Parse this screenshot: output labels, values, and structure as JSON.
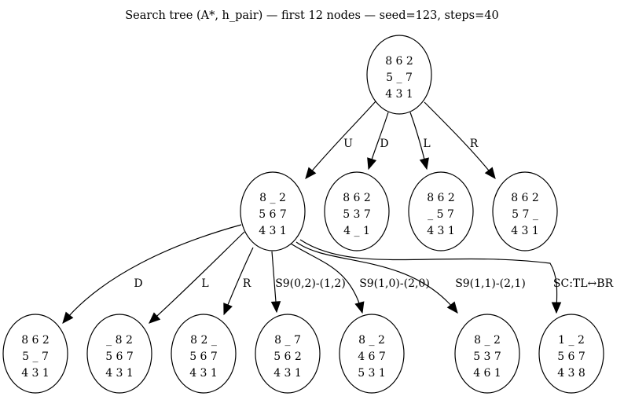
{
  "title": "Search tree (A*, h_pair) — first 12 nodes — seed=123, steps=40",
  "nodes": [
    {
      "id": "root",
      "lines": [
        "8 6 2",
        "5 _ 7",
        "4 3 1"
      ]
    },
    {
      "id": "n1",
      "lines": [
        "8 _ 2",
        "5 6 7",
        "4 3 1"
      ]
    },
    {
      "id": "n2",
      "lines": [
        "8 6 2",
        "5 3 7",
        "4 _ 1"
      ]
    },
    {
      "id": "n3",
      "lines": [
        "8 6 2",
        "_ 5 7",
        "4 3 1"
      ]
    },
    {
      "id": "n4",
      "lines": [
        "8 6 2",
        "5 7 _",
        "4 3 1"
      ]
    },
    {
      "id": "n5",
      "lines": [
        "8 6 2",
        "5 _ 7",
        "4 3 1"
      ]
    },
    {
      "id": "n6",
      "lines": [
        "_ 8 2",
        "5 6 7",
        "4 3 1"
      ]
    },
    {
      "id": "n7",
      "lines": [
        "8 2 _",
        "5 6 7",
        "4 3 1"
      ]
    },
    {
      "id": "n8",
      "lines": [
        "8 _ 7",
        "5 6 2",
        "4 3 1"
      ]
    },
    {
      "id": "n9",
      "lines": [
        "8 _ 2",
        "4 6 7",
        "5 3 1"
      ]
    },
    {
      "id": "n10",
      "lines": [
        "8 _ 2",
        "5 3 7",
        "4 6 1"
      ]
    },
    {
      "id": "n11",
      "lines": [
        "1 _ 2",
        "5 6 7",
        "4 3 8"
      ]
    }
  ],
  "edges": [
    {
      "from": "root",
      "to": "n1",
      "label": "U"
    },
    {
      "from": "root",
      "to": "n2",
      "label": "D"
    },
    {
      "from": "root",
      "to": "n3",
      "label": "L"
    },
    {
      "from": "root",
      "to": "n4",
      "label": "R"
    },
    {
      "from": "n1",
      "to": "n5",
      "label": "D"
    },
    {
      "from": "n1",
      "to": "n6",
      "label": "L"
    },
    {
      "from": "n1",
      "to": "n7",
      "label": "R"
    },
    {
      "from": "n1",
      "to": "n8",
      "label": "S9(0,2)-(1,2)"
    },
    {
      "from": "n1",
      "to": "n9",
      "label": "S9(1,0)-(2,0)"
    },
    {
      "from": "n1",
      "to": "n10",
      "label": "S9(1,1)-(2,1)"
    },
    {
      "from": "n1",
      "to": "n11",
      "label": "SC:TL↔BR"
    }
  ]
}
